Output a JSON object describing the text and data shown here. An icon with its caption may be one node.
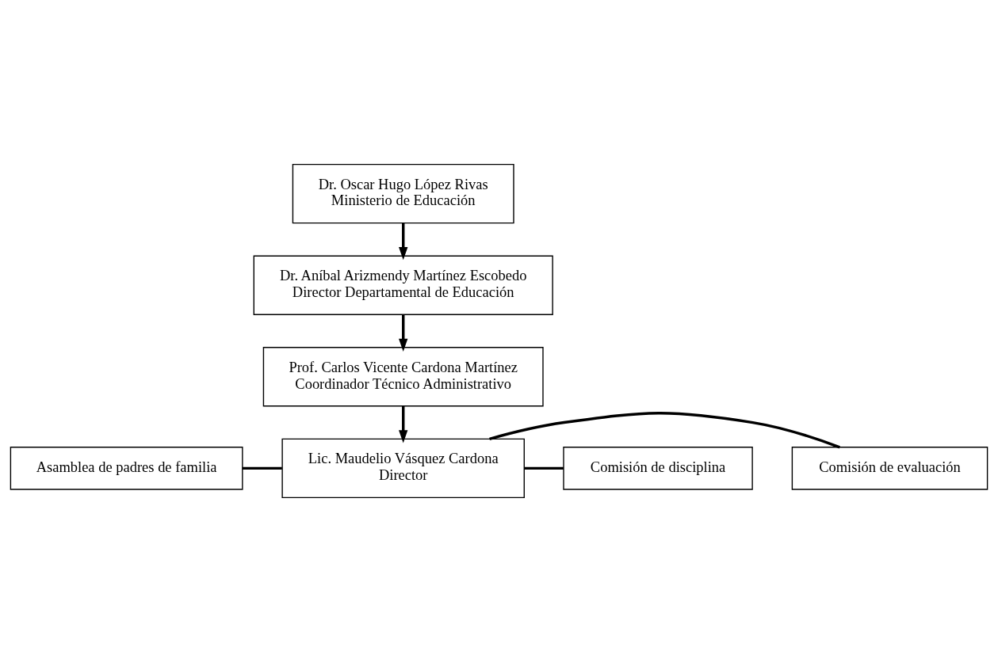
{
  "diagram": {
    "nodes": [
      {
        "text": [
          "Dr. Oscar Hugo López Rivas",
          "Ministerio de Educación"
        ]
      },
      {
        "text": [
          "Dr. Aníbal Arizmendy Martínez Escobedo",
          "Director Departamental de Educación"
        ]
      },
      {
        "text": [
          "Prof. Carlos Vicente Cardona Martínez",
          "Coordinador Técnico Administrativo"
        ]
      },
      {
        "text": [
          "Asamblea de padres de familia"
        ]
      },
      {
        "text": [
          "Lic. Maudelio Vásquez Cardona",
          "Director"
        ]
      },
      {
        "text": [
          "Comisión de evaluación"
        ]
      },
      {
        "text": [
          "Comisión de disciplina"
        ]
      }
    ],
    "edges": [
      {
        "from": 0,
        "to": 1,
        "arrow": "to"
      },
      {
        "from": 1,
        "to": 2,
        "arrow": "to"
      },
      {
        "from": 2,
        "to": 4,
        "arrow": "to"
      },
      {
        "from": 3,
        "to": 4,
        "arrow": "none"
      },
      {
        "from": 4,
        "to": 5,
        "arrow": "none"
      },
      {
        "from": 4,
        "to": 6,
        "arrow": "none"
      }
    ]
  }
}
